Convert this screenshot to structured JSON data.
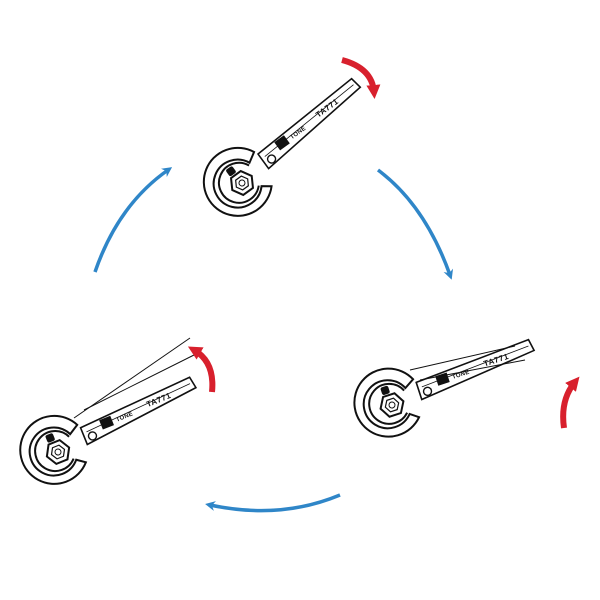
{
  "colors": {
    "cycle_arrow": "#2f86c8",
    "rotation_arrow": "#d8202d",
    "line": "#111111",
    "background": "#ffffff"
  },
  "wrenches": [
    {
      "id": "top",
      "brand": "TONE",
      "model": "TA771",
      "rotation_arrow_icon": "clockwise-arrow-icon"
    },
    {
      "id": "right",
      "brand": "TONE",
      "model": "TA771",
      "rotation_arrow_icon": "counterclockwise-arrow-icon"
    },
    {
      "id": "left",
      "brand": "TONE",
      "model": "TA771",
      "rotation_arrow_icon": "counterclockwise-arrow-icon"
    }
  ],
  "cycle_arrows": [
    "top-to-right",
    "right-to-left",
    "left-to-top"
  ]
}
